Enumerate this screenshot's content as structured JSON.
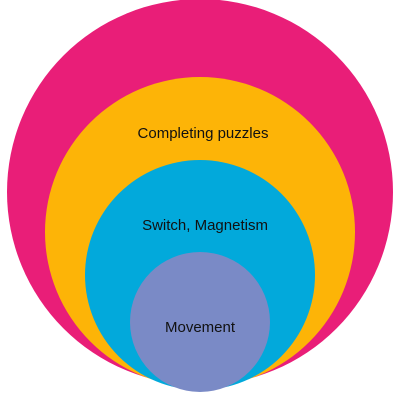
{
  "diagram": {
    "type": "nested-circles",
    "layers": [
      {
        "label": "",
        "color": "#E91E78"
      },
      {
        "label": "Completing puzzles",
        "color": "#FDB407"
      },
      {
        "label": "Switch, Magnetism",
        "color": "#02A9DB"
      },
      {
        "label": "Movement",
        "color": "#7A8AC6"
      }
    ]
  }
}
